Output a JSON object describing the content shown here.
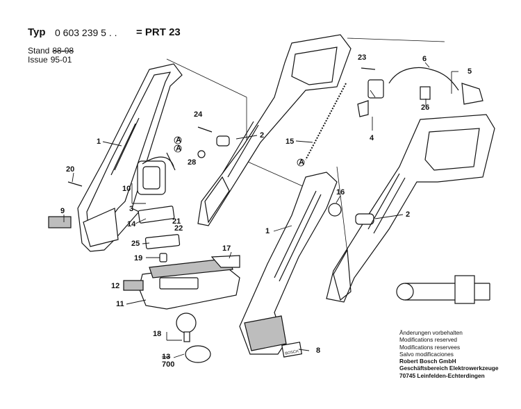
{
  "header": {
    "typ_label": "Typ",
    "typ_number": "0 603 239 5 . .",
    "model": "= PRT 23",
    "stand_label": "Stand",
    "stand_value": "88-08",
    "issue_label": "Issue",
    "issue_value": "95-01"
  },
  "part_labels": {
    "p1a": "1",
    "p1b": "1",
    "p2a": "2",
    "p2b": "2",
    "p3": "3",
    "p4": "4",
    "p5": "5",
    "p6": "6",
    "p8": "8",
    "p9": "9",
    "p10": "10",
    "p11": "11",
    "p12": "12",
    "p13": "13",
    "p700": "700",
    "p14": "14",
    "p15": "15",
    "p16": "16",
    "p17": "17",
    "p18": "18",
    "p19": "19",
    "p20": "20",
    "p21": "21",
    "p22": "22",
    "p23": "23",
    "p24": "24",
    "p25": "25",
    "p26": "26",
    "p28": "28",
    "refA1": "A",
    "refA2": "A",
    "refA3": "A"
  },
  "brand_label": "BOSCH",
  "notes": [
    "Änderungen vorbehalten",
    "Modifications reserved",
    "Modifications reservees",
    "Salvo modificaciones",
    "Robert Bosch GmbH",
    "Geschäftsbereich Elektrowerkzeuge",
    "70745 Leinfelden-Echterdingen"
  ],
  "colors": {
    "line": "#111111",
    "fill": "#ffffff",
    "shade": "#bdbdbd"
  }
}
